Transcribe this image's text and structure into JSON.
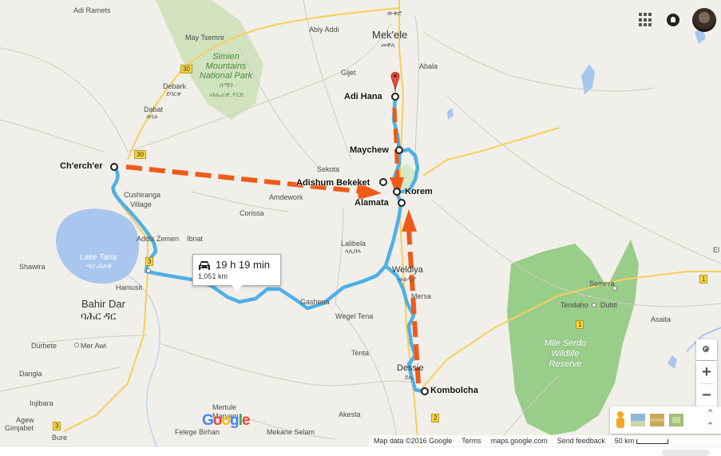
{
  "map": {
    "places": {
      "adi_ramets": "Adi Ramets",
      "may_tsemre": "May Tsemre",
      "abiy_addi": "Abiy Addi",
      "mekele": "Mek'ele",
      "mekele_eth": "መቐለ",
      "wikro": "ውቅሮ",
      "abala": "Abala",
      "gijet": "Gijet",
      "debark": "Debark",
      "debark_eth": "ደባርቅ",
      "dabat": "Dabat",
      "dabat_eth": "ዳባት",
      "sekota": "Sekota",
      "amdework": "Amdework",
      "corissa": "Corissa",
      "cushiranga": "Cushiranga",
      "village": "Village",
      "addis_zemen": "Addis Zemen",
      "ibnat": "Ibnat",
      "lalibela": "Lalibela",
      "lalibela_eth": "ላሊበላ",
      "shawira": "Shawira",
      "hamusit": "Hamusit",
      "bahir_dar": "Bahir Dar",
      "bahir_dar_eth": "ባሕር ዳር",
      "gashena": "Gashena",
      "wegel_tena": "Wegel Tena",
      "weldiya": "Weldiya",
      "weldiya_eth": "ወልዲያ",
      "mersa": "Mersa",
      "tenta": "Tenta",
      "dessie": "Dessie",
      "dessie_eth": "ደሴ",
      "durbete": "Durbete",
      "mer_awi": "Mer Awi",
      "dangla": "Dangla",
      "injibara": "Injibara",
      "agew": "Agew",
      "gimjabet": "Gimjabet",
      "bure": "Bure",
      "mertule_maryam": "Mertule\nMaryam",
      "felege_birhan": "Felege Birhan",
      "mekane_selam": "Mekane Selam",
      "akesta": "Akesta",
      "semera": "Semera",
      "tendaho": "Tendaho",
      "dubti": "Dubti",
      "asaita": "Asaita",
      "el": "El"
    },
    "major": {
      "adi_hana": "Adi Hana",
      "maychew": "Maychew",
      "chercher": "Ch'erch'er",
      "adishum_bekeket": "Adishum Bekeket",
      "korem": "Korem",
      "alamata": "Alamata",
      "kombolcha": "Kombolcha"
    },
    "park": {
      "name": "Simien Mountains National Park",
      "line1": "Simien",
      "line2": "Mountains",
      "line3": "National Park",
      "eth1": "ሰሜን",
      "eth2": "ብሔራዊ ፓርክ"
    },
    "lake": {
      "name": "Lake Tana",
      "eth": "ጣና ሐይቅ"
    },
    "reserve": {
      "line1": "Mile Serdo",
      "line2": "Wildlife",
      "line3": "Reserve"
    },
    "shields": [
      "30",
      "30",
      "3",
      "3",
      "2",
      "1",
      "1"
    ]
  },
  "directions": {
    "duration": "19 h 19 min",
    "distance": "1,051 km"
  },
  "footer": {
    "map_data": "Map data ©2016 Google",
    "terms": "Terms",
    "url": "maps.google.com",
    "feedback": "Send feedback",
    "scale": "50 km"
  },
  "logo": "Google",
  "colors": {
    "route": "#4fb0e6",
    "arrow": "#f05a19",
    "lake": "#a9c6ee",
    "reserve": "#99cd8a",
    "shield": "#f7d640",
    "pin": "#e74c3c"
  }
}
